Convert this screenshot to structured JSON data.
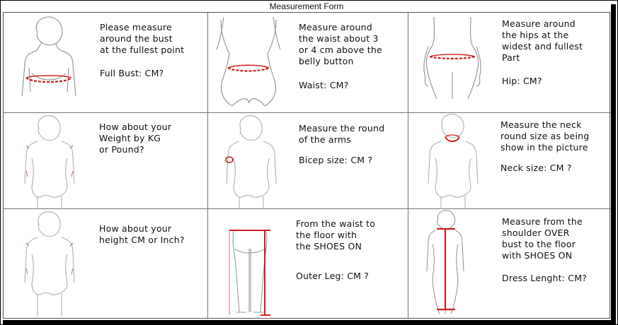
{
  "form_title": "Measurement Form",
  "cells": [
    {
      "instruction": "Please measure\naround the bust\nat the fullest point",
      "label": "Full Bust:  CM?"
    },
    {
      "instruction": "Measure around\nthe waist about 3\nor 4 cm above the\nbelly button",
      "label": "Waist:  CM?"
    },
    {
      "instruction": "Measure around\nthe hips at the\nwidest and fullest\nPart",
      "label": "Hip:  CM?"
    },
    {
      "instruction": "How about your\nWeight by KG\nor Pound?",
      "label": ""
    },
    {
      "instruction": "Measure the round\nof the arms",
      "label": "Bicep size:  CM ?"
    },
    {
      "instruction": "Measure the neck\nround size as being\nshow in the picture",
      "label": "Neck size:  CM ?"
    },
    {
      "instruction": "How about your\nheight CM or Inch?",
      "label": ""
    },
    {
      "instruction": "From the waist to\nthe floor with\nthe SHOES ON",
      "label": "Outer Leg:  CM ?"
    },
    {
      "instruction": "Measure from the\nshoulder OVER\nbust to the floor\nwith SHOES ON",
      "label": "Dress Lenght:  CM?"
    }
  ],
  "colors": {
    "measure_line": "#cc1f1f",
    "outline": "#9a9a9a",
    "border": "#000000"
  }
}
